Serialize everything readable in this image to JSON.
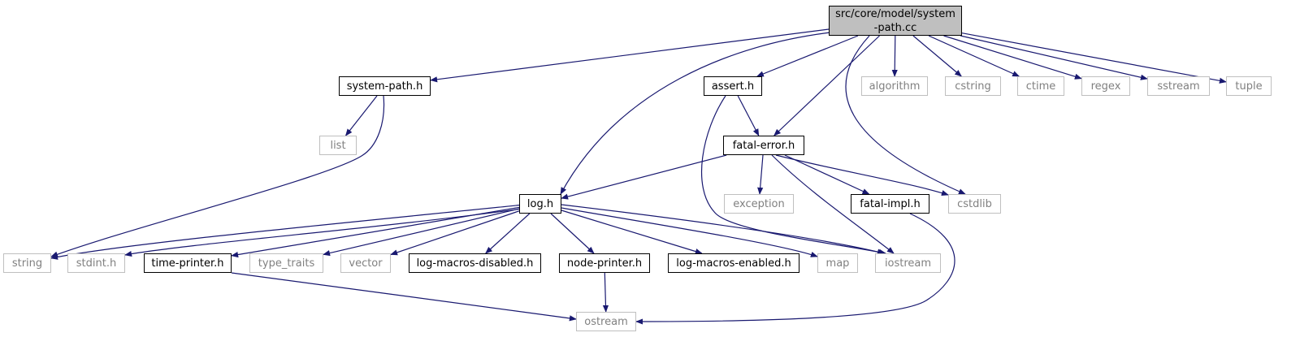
{
  "graph": {
    "root": "src/core/model/system\n-path.cc",
    "nodes": [
      {
        "id": "system_path_h",
        "label": "system-path.h",
        "kind": "doc"
      },
      {
        "id": "log_h",
        "label": "log.h",
        "kind": "doc"
      },
      {
        "id": "assert_h",
        "label": "assert.h",
        "kind": "doc"
      },
      {
        "id": "fatal_error_h",
        "label": "fatal-error.h",
        "kind": "doc"
      },
      {
        "id": "algorithm",
        "label": "algorithm",
        "kind": "ext"
      },
      {
        "id": "cstring",
        "label": "cstring",
        "kind": "ext"
      },
      {
        "id": "ctime",
        "label": "ctime",
        "kind": "ext"
      },
      {
        "id": "regex",
        "label": "regex",
        "kind": "ext"
      },
      {
        "id": "sstream",
        "label": "sstream",
        "kind": "ext"
      },
      {
        "id": "tuple",
        "label": "tuple",
        "kind": "ext"
      },
      {
        "id": "list",
        "label": "list",
        "kind": "ext"
      },
      {
        "id": "exception",
        "label": "exception",
        "kind": "ext"
      },
      {
        "id": "fatal_impl_h",
        "label": "fatal-impl.h",
        "kind": "doc"
      },
      {
        "id": "cstdlib",
        "label": "cstdlib",
        "kind": "ext"
      },
      {
        "id": "string",
        "label": "string",
        "kind": "ext"
      },
      {
        "id": "stdint_h",
        "label": "stdint.h",
        "kind": "ext"
      },
      {
        "id": "time_printer_h",
        "label": "time-printer.h",
        "kind": "doc"
      },
      {
        "id": "type_traits",
        "label": "type_traits",
        "kind": "ext"
      },
      {
        "id": "vector",
        "label": "vector",
        "kind": "ext"
      },
      {
        "id": "log_macros_disabled_h",
        "label": "log-macros-disabled.h",
        "kind": "doc"
      },
      {
        "id": "node_printer_h",
        "label": "node-printer.h",
        "kind": "doc"
      },
      {
        "id": "log_macros_enabled_h",
        "label": "log-macros-enabled.h",
        "kind": "doc"
      },
      {
        "id": "map",
        "label": "map",
        "kind": "ext"
      },
      {
        "id": "iostream",
        "label": "iostream",
        "kind": "ext"
      },
      {
        "id": "ostream",
        "label": "ostream",
        "kind": "ext"
      }
    ],
    "edges": [
      [
        "root",
        "system_path_h"
      ],
      [
        "root",
        "log_h"
      ],
      [
        "root",
        "assert_h"
      ],
      [
        "root",
        "fatal_error_h"
      ],
      [
        "root",
        "cstdlib"
      ],
      [
        "root",
        "algorithm"
      ],
      [
        "root",
        "cstring"
      ],
      [
        "root",
        "ctime"
      ],
      [
        "root",
        "regex"
      ],
      [
        "root",
        "sstream"
      ],
      [
        "root",
        "tuple"
      ],
      [
        "system_path_h",
        "list"
      ],
      [
        "system_path_h",
        "string"
      ],
      [
        "assert_h",
        "fatal_error_h"
      ],
      [
        "assert_h",
        "iostream"
      ],
      [
        "fatal_error_h",
        "log_h"
      ],
      [
        "fatal_error_h",
        "exception"
      ],
      [
        "fatal_error_h",
        "fatal_impl_h"
      ],
      [
        "fatal_error_h",
        "cstdlib"
      ],
      [
        "fatal_error_h",
        "iostream"
      ],
      [
        "log_h",
        "string"
      ],
      [
        "log_h",
        "stdint_h"
      ],
      [
        "log_h",
        "time_printer_h"
      ],
      [
        "log_h",
        "type_traits"
      ],
      [
        "log_h",
        "vector"
      ],
      [
        "log_h",
        "log_macros_disabled_h"
      ],
      [
        "log_h",
        "node_printer_h"
      ],
      [
        "log_h",
        "log_macros_enabled_h"
      ],
      [
        "log_h",
        "map"
      ],
      [
        "log_h",
        "iostream"
      ],
      [
        "time_printer_h",
        "ostream"
      ],
      [
        "node_printer_h",
        "ostream"
      ],
      [
        "fatal_impl_h",
        "ostream"
      ]
    ],
    "colors": {
      "edge": "#191970",
      "doc_border": "#000000",
      "ext_border": "#bfbfbf",
      "ext_text": "#808080",
      "root_fill": "#bfbfbf"
    }
  }
}
